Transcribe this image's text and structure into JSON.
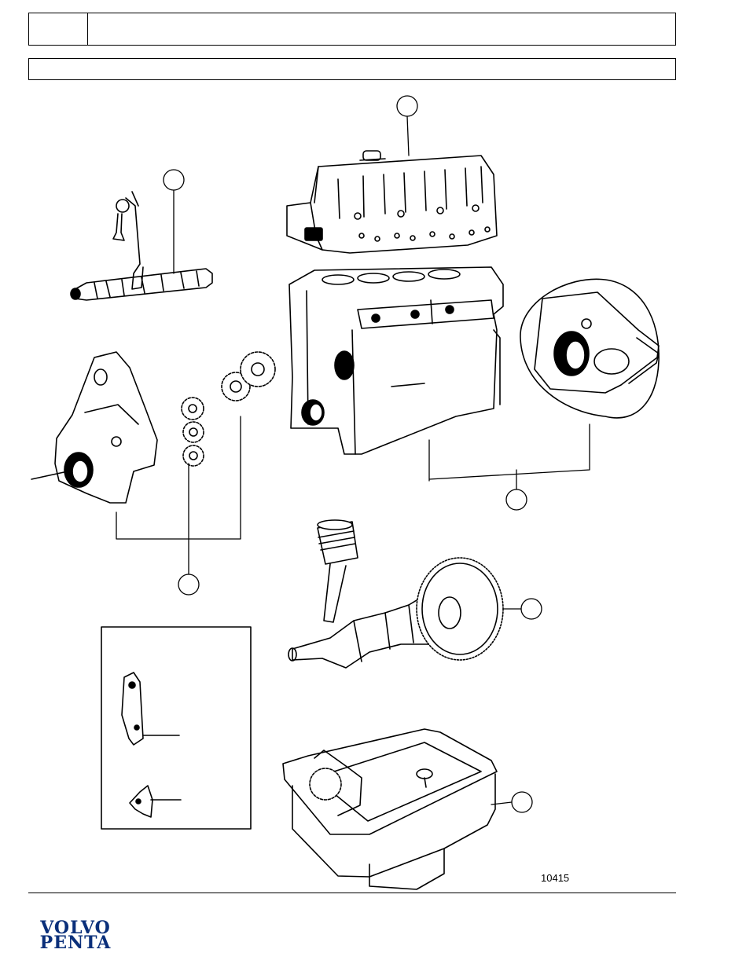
{
  "header": {
    "left_cell": "",
    "title": ""
  },
  "subheader": {
    "text": ""
  },
  "figure": {
    "number": "10415"
  },
  "logo": {
    "line1": "VOLVO",
    "line2": "PENTA",
    "color": "#0a2f7a"
  }
}
